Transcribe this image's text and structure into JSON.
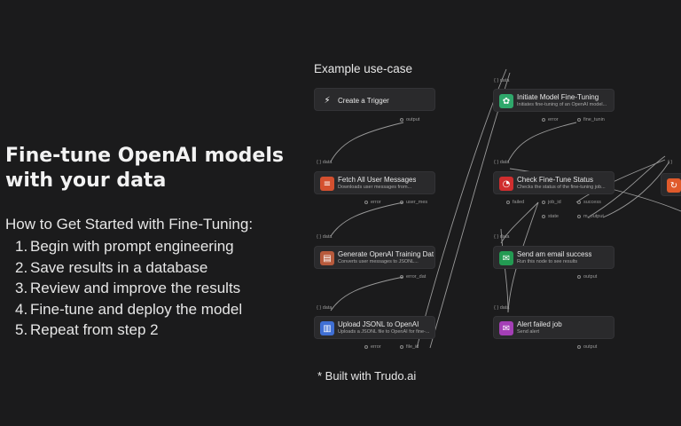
{
  "headline": "Fine-tune OpenAI models with your data",
  "subhead": "How to Get Started with Fine-Tuning:",
  "steps": [
    {
      "num": "1.",
      "text": "Begin with prompt engineering"
    },
    {
      "num": "2.",
      "text": "Save results in a database"
    },
    {
      "num": "3.",
      "text": "Review and improve the results"
    },
    {
      "num": "4.",
      "text": "Fine-tune and deploy the model"
    },
    {
      "num": "5.",
      "text": "Repeat from step 2"
    }
  ],
  "flow_title": "Example use-case",
  "nodes": {
    "trigger": {
      "title": "Create a Trigger",
      "icon": "lightning-icon",
      "color": "#2a2a2c"
    },
    "fetch": {
      "title": "Fetch All User Messages",
      "desc": "Downloads user messages from...",
      "icon": "database-icon",
      "color": "#d4502f"
    },
    "generate": {
      "title": "Generate OpenAI Training Dat",
      "desc": "Converts user messages to JSONL...",
      "icon": "file-icon",
      "color": "#b75a3c"
    },
    "upload": {
      "title": "Upload JSONL to OpenAI",
      "desc": "Uploads a JSONL file to OpenAI for fine-...",
      "icon": "upload-file-icon",
      "color": "#3f6fd4"
    },
    "initiate": {
      "title": "Initiate Model Fine-Tuning",
      "desc": "Initiates fine-tuning of an OpenAI model...",
      "icon": "openai-icon",
      "color": "#2fa86b"
    },
    "check": {
      "title": "Check Fine-Tune Status",
      "desc": "Checks the status of the fine-tuning job...",
      "icon": "status-icon",
      "color": "#d02e2e"
    },
    "email": {
      "title": "Send am email success",
      "desc": "Run this node to see results",
      "icon": "mail-icon",
      "color": "#239a52"
    },
    "alert": {
      "title": "Alert failed job",
      "desc": "Send alert",
      "icon": "mail-icon",
      "color": "#a43fb6"
    },
    "edge": {
      "icon": "restart-icon",
      "color": "#e05a2b"
    }
  },
  "ports": {
    "data": "data",
    "output": "output",
    "error": "error",
    "user_mes": "user_mes",
    "error_dat": "error_dat",
    "file_id": "file_id",
    "fine_tunin": "fine_tunin",
    "failed": "failed",
    "job_id": "job_id",
    "success": "success",
    "state": "state",
    "m_output": "m_output"
  },
  "built_with": "* Built with Trudo.ai"
}
